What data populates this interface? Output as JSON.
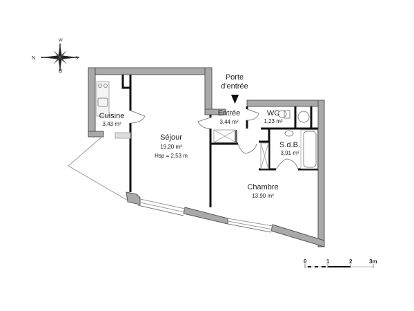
{
  "plan": {
    "compass": {
      "top": "W",
      "right": "S",
      "bottom": "O",
      "left": "N"
    },
    "entrance": {
      "label_line1": "Porte",
      "label_line2": "d'entrée"
    },
    "rooms": [
      {
        "name": "Cuisine",
        "area": "3,43 m²"
      },
      {
        "name": "Séjour",
        "area": "19,20 m²",
        "note": "Hsp = 2,53 m"
      },
      {
        "name": "Entrée",
        "area": "3,44 m²"
      },
      {
        "name": "WC",
        "area": "1,23 m²"
      },
      {
        "name": "S.d.B.",
        "area": "3,91 m²"
      },
      {
        "name": "Chambre",
        "area": "13,90 m²"
      }
    ],
    "scale": {
      "ticks": [
        "0",
        "1",
        "2",
        "3m"
      ]
    }
  }
}
